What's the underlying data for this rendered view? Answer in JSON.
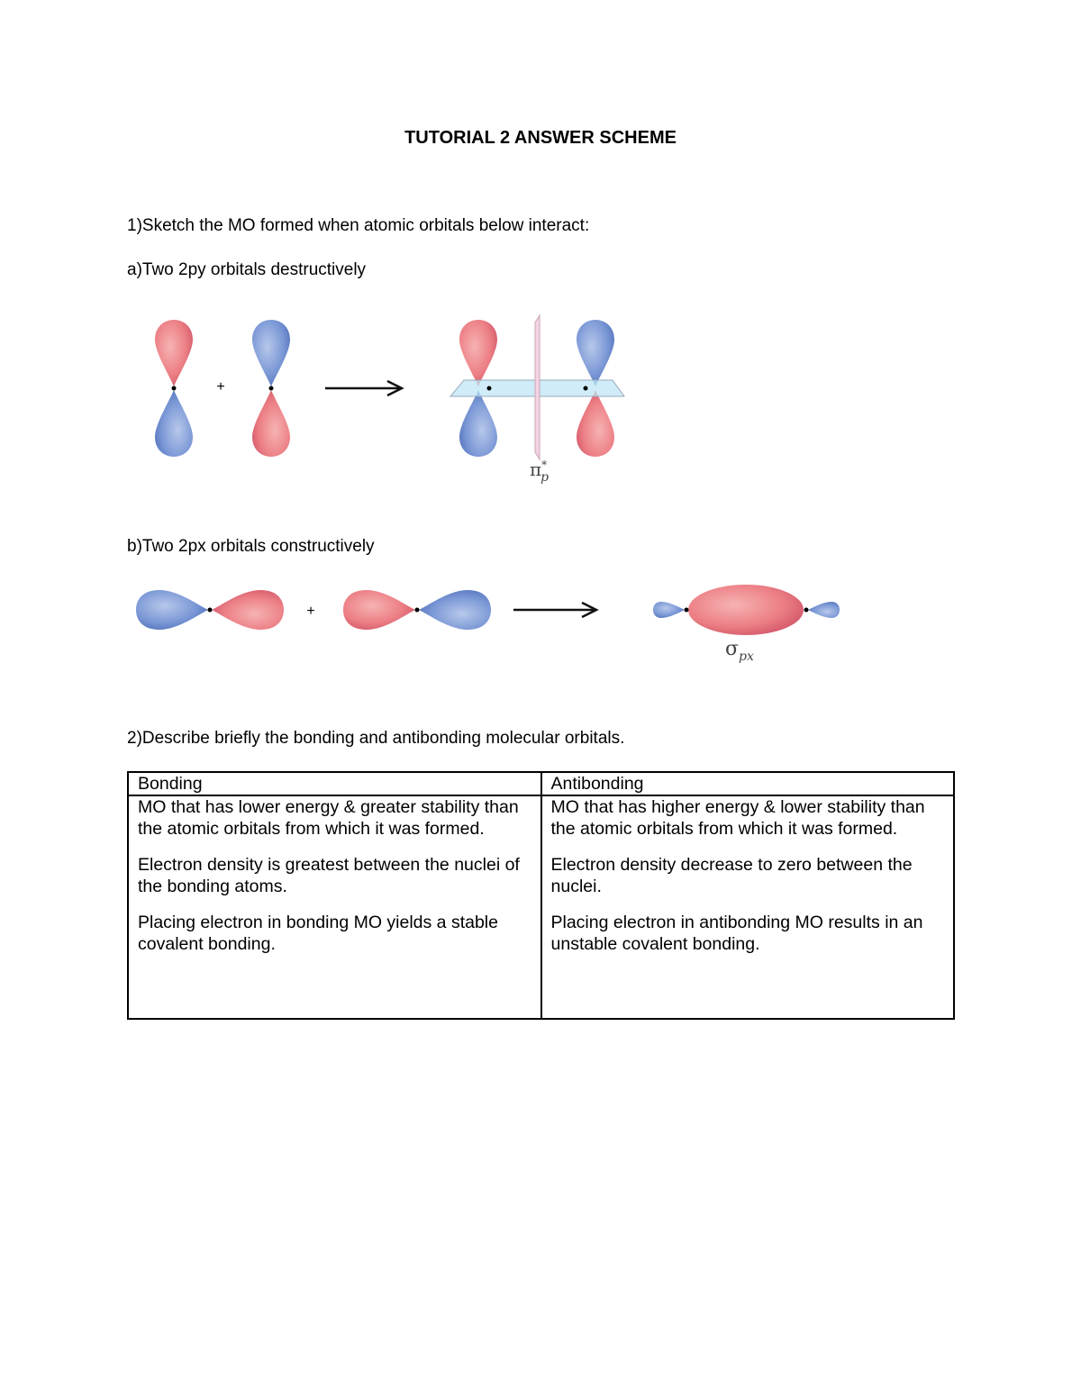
{
  "title": "TUTORIAL 2 ANSWER SCHEME",
  "q1": {
    "prompt": "1)Sketch the MO formed when atomic orbitals below interact:",
    "a": {
      "label": "a)Two 2py orbitals destructively",
      "plus": "+",
      "mo_symbol": "π",
      "mo_sup": "*",
      "mo_sub": "p"
    },
    "b": {
      "label": "b)Two 2px orbitals constructively",
      "plus": "+",
      "mo_symbol": "σ",
      "mo_sub": "px"
    }
  },
  "q2": {
    "prompt": "2)Describe briefly the bonding and antibonding molecular orbitals.",
    "table": {
      "headers": [
        "Bonding",
        "Antibonding"
      ],
      "bonding": [
        "MO that has lower energy & greater stability than the atomic orbitals from which it was formed.",
        "Electron density is greatest between the nuclei of the bonding atoms.",
        "Placing electron in bonding MO yields a stable covalent bonding."
      ],
      "antibonding": [
        "MO that has higher energy & lower stability than the atomic  orbitals from which it was formed.",
        "Electron density decrease to zero between the nuclei.",
        "Placing electron in antibonding MO results in an unstable covalent bonding."
      ]
    }
  },
  "colors": {
    "positive_lobe": "#e8707a",
    "negative_lobe": "#6f8fd0",
    "nodal_plane": "#bfe6f5"
  }
}
